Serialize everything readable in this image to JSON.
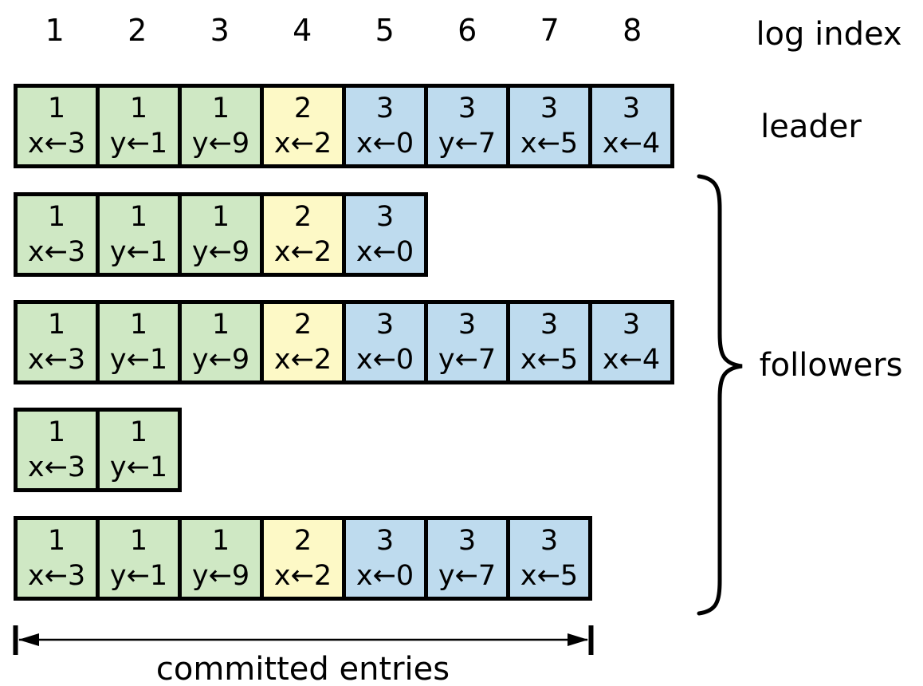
{
  "colors": {
    "term1": "#cfe8c4",
    "term2": "#fdf9c6",
    "term3": "#bedbee",
    "border": "#000000",
    "background": "#ffffff"
  },
  "log_index": {
    "caption": "log index",
    "labels": [
      "1",
      "2",
      "3",
      "4",
      "5",
      "6",
      "7",
      "8"
    ]
  },
  "leader": {
    "label": "leader",
    "entries": [
      {
        "term": "1",
        "cmd": "x←3"
      },
      {
        "term": "1",
        "cmd": "y←1"
      },
      {
        "term": "1",
        "cmd": "y←9"
      },
      {
        "term": "2",
        "cmd": "x←2"
      },
      {
        "term": "3",
        "cmd": "x←0"
      },
      {
        "term": "3",
        "cmd": "y←7"
      },
      {
        "term": "3",
        "cmd": "x←5"
      },
      {
        "term": "3",
        "cmd": "x←4"
      }
    ]
  },
  "followers": {
    "label": "followers",
    "rows": [
      [
        {
          "term": "1",
          "cmd": "x←3"
        },
        {
          "term": "1",
          "cmd": "y←1"
        },
        {
          "term": "1",
          "cmd": "y←9"
        },
        {
          "term": "2",
          "cmd": "x←2"
        },
        {
          "term": "3",
          "cmd": "x←0"
        }
      ],
      [
        {
          "term": "1",
          "cmd": "x←3"
        },
        {
          "term": "1",
          "cmd": "y←1"
        },
        {
          "term": "1",
          "cmd": "y←9"
        },
        {
          "term": "2",
          "cmd": "x←2"
        },
        {
          "term": "3",
          "cmd": "x←0"
        },
        {
          "term": "3",
          "cmd": "y←7"
        },
        {
          "term": "3",
          "cmd": "x←5"
        },
        {
          "term": "3",
          "cmd": "x←4"
        }
      ],
      [
        {
          "term": "1",
          "cmd": "x←3"
        },
        {
          "term": "1",
          "cmd": "y←1"
        }
      ],
      [
        {
          "term": "1",
          "cmd": "x←3"
        },
        {
          "term": "1",
          "cmd": "y←1"
        },
        {
          "term": "1",
          "cmd": "y←9"
        },
        {
          "term": "2",
          "cmd": "x←2"
        },
        {
          "term": "3",
          "cmd": "x←0"
        },
        {
          "term": "3",
          "cmd": "y←7"
        },
        {
          "term": "3",
          "cmd": "x←5"
        }
      ]
    ]
  },
  "committed": {
    "label": "committed entries",
    "span_entries": 7
  }
}
